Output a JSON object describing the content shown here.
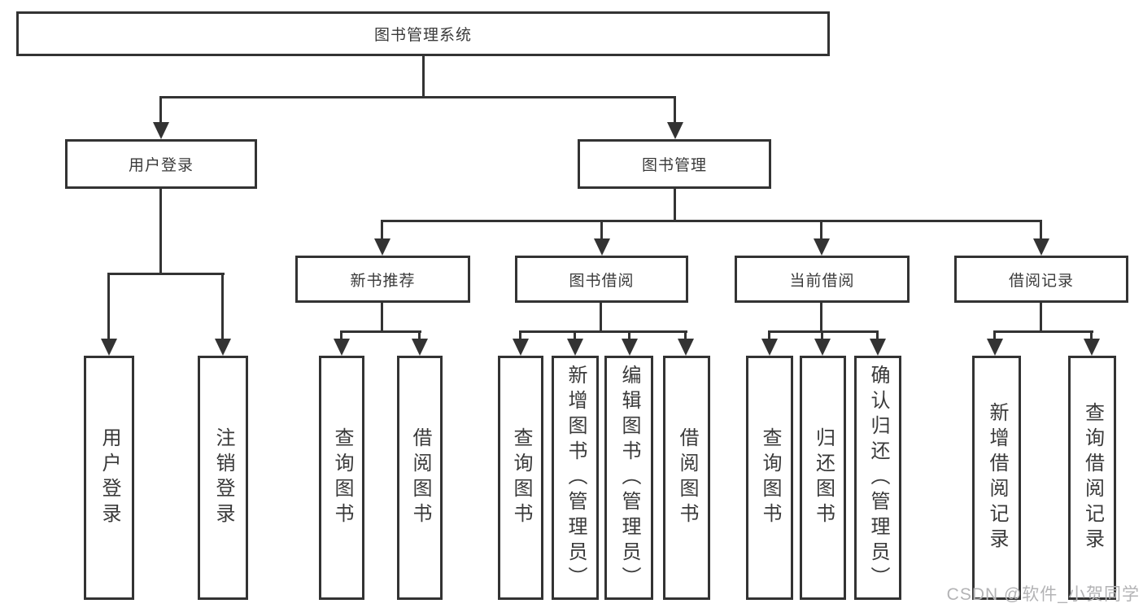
{
  "tree": {
    "label": "图书管理系统",
    "children": [
      {
        "label": "用户登录",
        "children": [
          {
            "label": "用户登录"
          },
          {
            "label": "注销登录"
          }
        ]
      },
      {
        "label": "图书管理",
        "children": [
          {
            "label": "新书推荐",
            "children": [
              {
                "label": "查询图书"
              },
              {
                "label": "借阅图书"
              }
            ]
          },
          {
            "label": "图书借阅",
            "children": [
              {
                "label": "查询图书"
              },
              {
                "label": "新增图书（管理员）"
              },
              {
                "label": "编辑图书（管理员）"
              },
              {
                "label": "借阅图书"
              }
            ]
          },
          {
            "label": "当前借阅",
            "children": [
              {
                "label": "查询图书"
              },
              {
                "label": "归还图书"
              },
              {
                "label": "确认归还（管理员）"
              }
            ]
          },
          {
            "label": "借阅记录",
            "children": [
              {
                "label": "新增借阅记录"
              },
              {
                "label": "查询借阅记录"
              }
            ]
          }
        ]
      }
    ]
  },
  "watermark": "CSDN @软件_小贺同学",
  "colors": {
    "line": "#333333",
    "text": "#3a3a3a",
    "box_background": "#ffffff",
    "watermark": "#b3b3b5"
  }
}
